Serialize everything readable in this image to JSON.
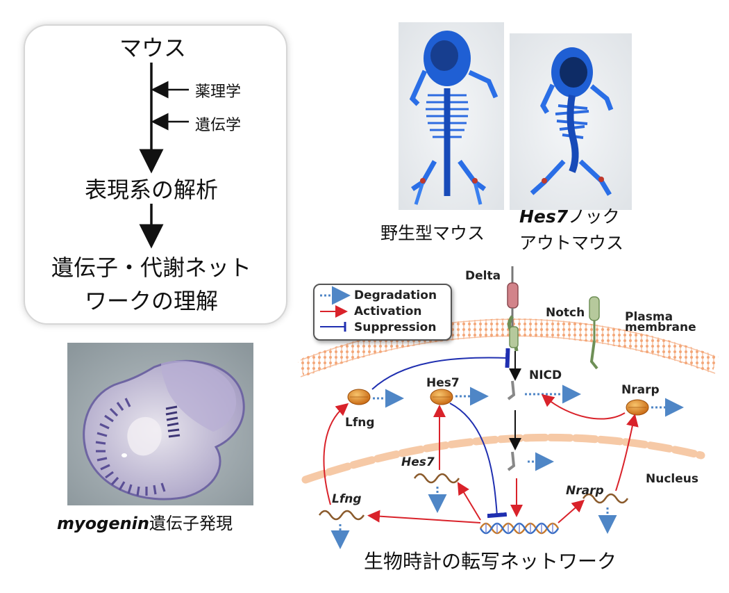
{
  "flowchart": {
    "top": "マウス",
    "pharmacology": "薬理学",
    "genetics": "遺伝学",
    "phenotype": "表現系の解析",
    "understanding_line1": "遺伝子・代謝ネット",
    "understanding_line2": "ワークの理解"
  },
  "embryo_caption": {
    "gene": "myogenin",
    "rest": "遺伝子発現"
  },
  "skeleton": {
    "wildtype": "野生型マウス",
    "knockout_gene": "Hes7",
    "knockout_line1_rest": "ノック",
    "knockout_line2": "アウトマウス"
  },
  "legend": {
    "degradation": "Degradation",
    "activation": "Activation",
    "suppression": "Suppression"
  },
  "pathway": {
    "delta": "Delta",
    "notch": "Notch",
    "plasma_line1": "Plasma",
    "plasma_line2": "membrane",
    "nicd": "NICD",
    "hes7_protein": "Hes7",
    "lfng_protein": "Lfng",
    "nrarp_protein": "Nrarp",
    "nucleus": "Nucleus",
    "hes7_gene": "Hes7",
    "lfng_gene": "Lfng",
    "nrarp_gene": "Nrarp",
    "title": "生物時計の転写ネットワーク"
  },
  "colors": {
    "activation": "#d9222a",
    "suppression": "#1f2fb0",
    "degradation": "#4f86c6",
    "membrane": "#f3a779",
    "nucleus": "#f6c9a6",
    "protein": "#e08a1c",
    "mrna": "#8a5a2b"
  }
}
